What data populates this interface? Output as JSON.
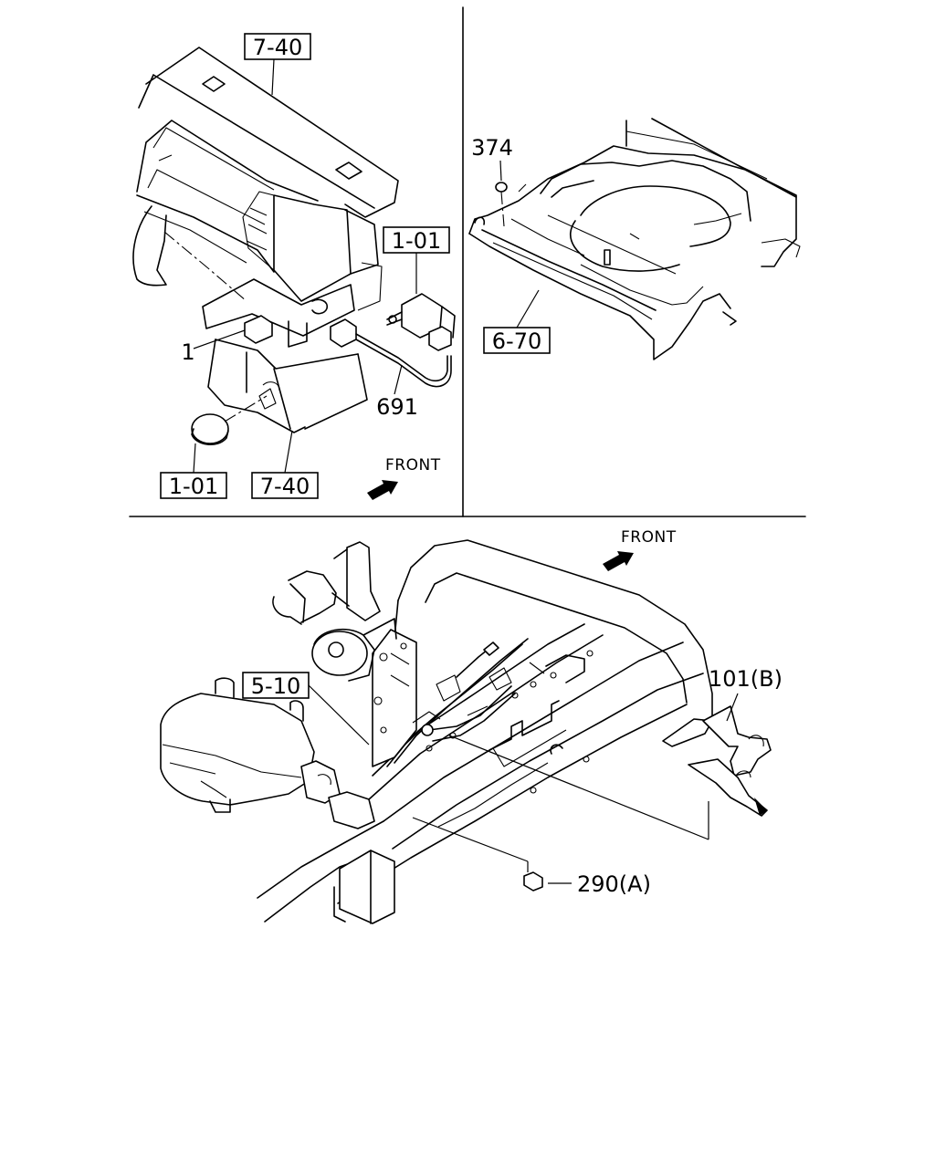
{
  "diagram": {
    "top_left": {
      "callouts": [
        {
          "key": "ref_7_40_top",
          "text": "7-40",
          "boxed": true
        },
        {
          "key": "ref_1_01_right",
          "text": "1-01",
          "boxed": true
        },
        {
          "key": "part_1",
          "text": "1",
          "boxed": false
        },
        {
          "key": "part_691",
          "text": "691",
          "boxed": false
        },
        {
          "key": "ref_1_01_bottom",
          "text": "1-01",
          "boxed": true
        },
        {
          "key": "ref_7_40_bottom",
          "text": "7-40",
          "boxed": true
        }
      ],
      "front_label": "FRONT"
    },
    "top_right": {
      "callouts": [
        {
          "key": "part_374",
          "text": "374",
          "boxed": false
        },
        {
          "key": "ref_6_70",
          "text": "6-70",
          "boxed": true
        }
      ]
    },
    "bottom": {
      "callouts": [
        {
          "key": "ref_5_10",
          "text": "5-10",
          "boxed": true
        },
        {
          "key": "part_101b",
          "text": "101(B)",
          "boxed": false
        },
        {
          "key": "part_290a",
          "text": "290(A)",
          "boxed": false
        }
      ],
      "front_label": "FRONT"
    }
  }
}
